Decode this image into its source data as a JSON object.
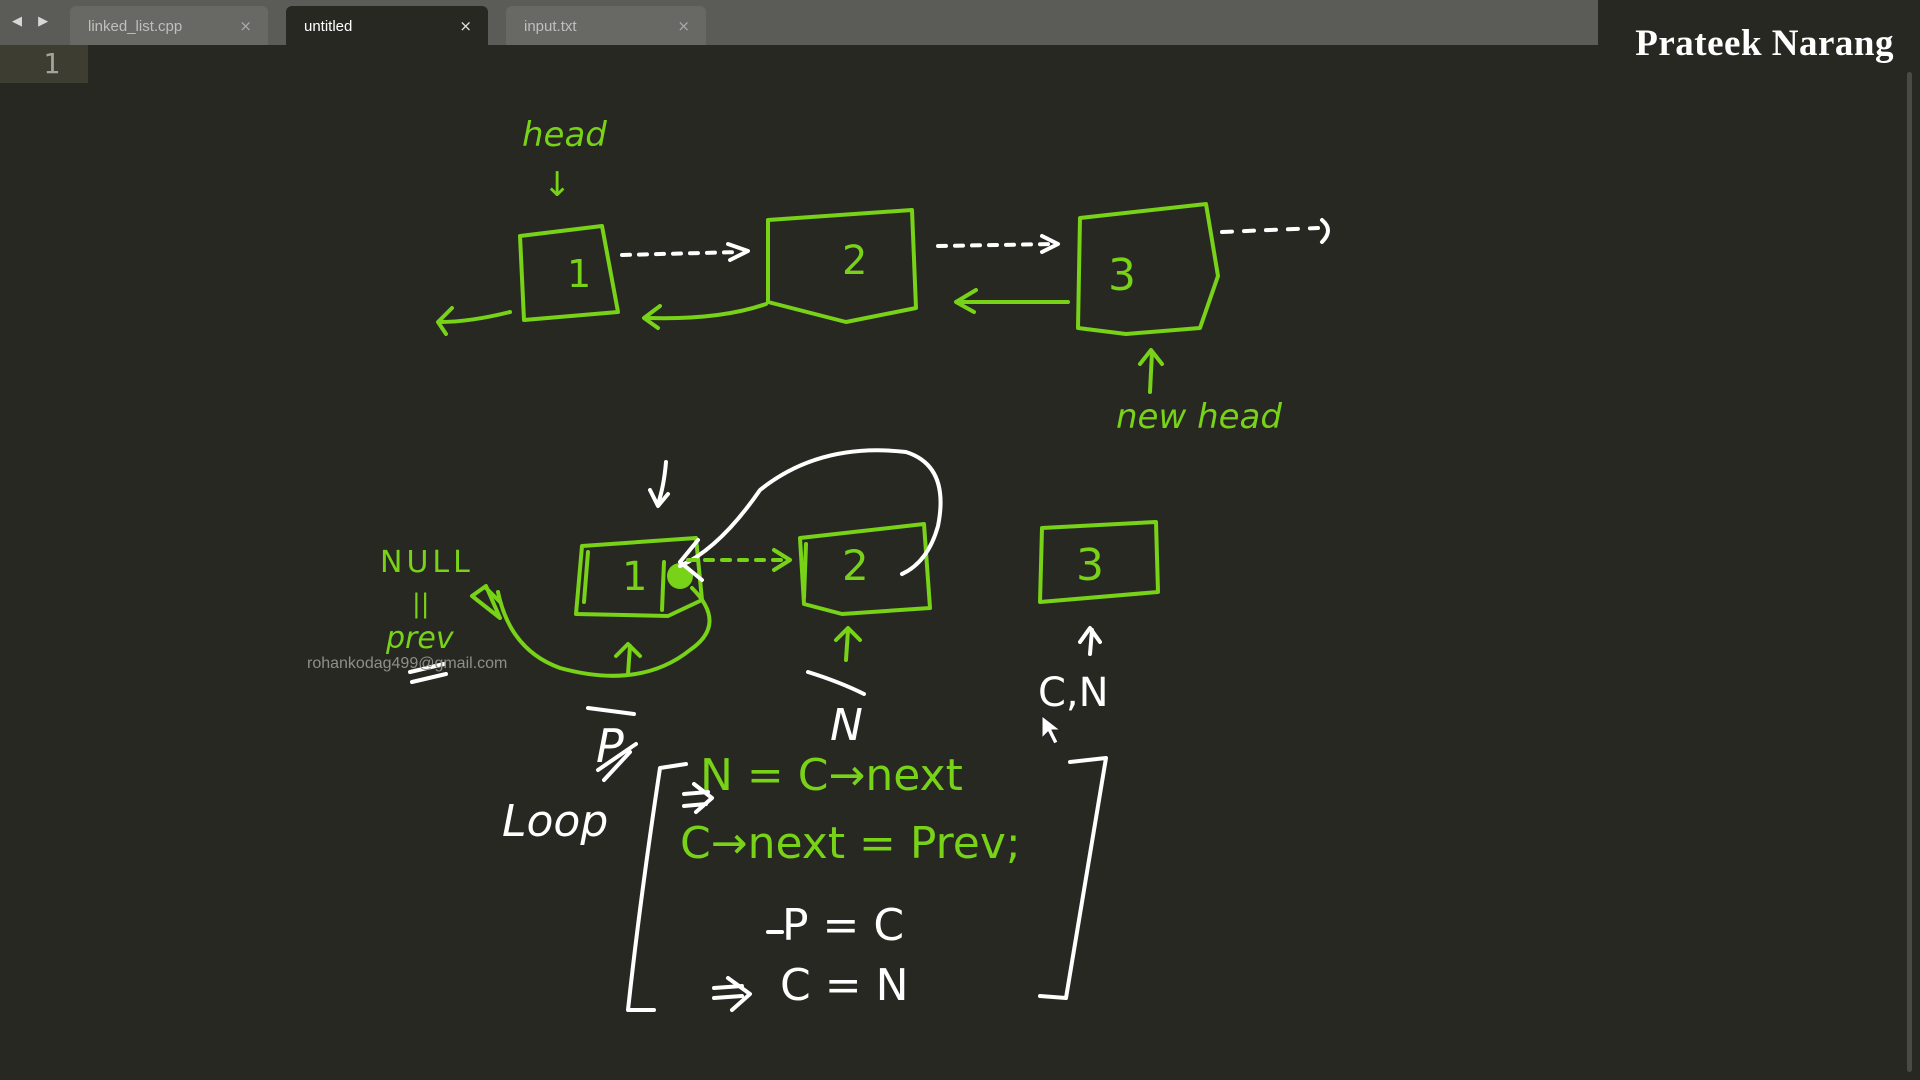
{
  "editor": {
    "tabs": [
      {
        "label": "linked_list.cpp",
        "close": "×",
        "active": false
      },
      {
        "label": "untitled",
        "close": "×",
        "active": true
      },
      {
        "label": "input.txt",
        "close": "×",
        "active": false
      }
    ],
    "nav_arrows": "◀ ▶",
    "line_number": "1"
  },
  "watermark": {
    "name": "Prateek Narang",
    "email": "rohankodag499@gmail.com"
  },
  "drawing": {
    "top_list": {
      "nodes": [
        "1",
        "2",
        "3"
      ],
      "head_label": "head",
      "head_arrow": "↓",
      "new_head_label": "new head"
    },
    "bottom_list": {
      "nodes": [
        "1",
        "2",
        "3"
      ],
      "null_label": "NULL",
      "equals_mark": "||",
      "prev_label": "prev",
      "p_label": "P",
      "c_label": "C",
      "n_label": "N",
      "cn_label": "C,N",
      "loop_label": "Loop"
    },
    "code": [
      "N  =  C→next",
      "C→next  =  Prev;",
      "P  =  C",
      "C  =  N"
    ]
  },
  "colors": {
    "background": "#272822",
    "tab_bar": "#5b5b57",
    "ink_green": "#77d218",
    "ink_white": "#ffffff"
  }
}
